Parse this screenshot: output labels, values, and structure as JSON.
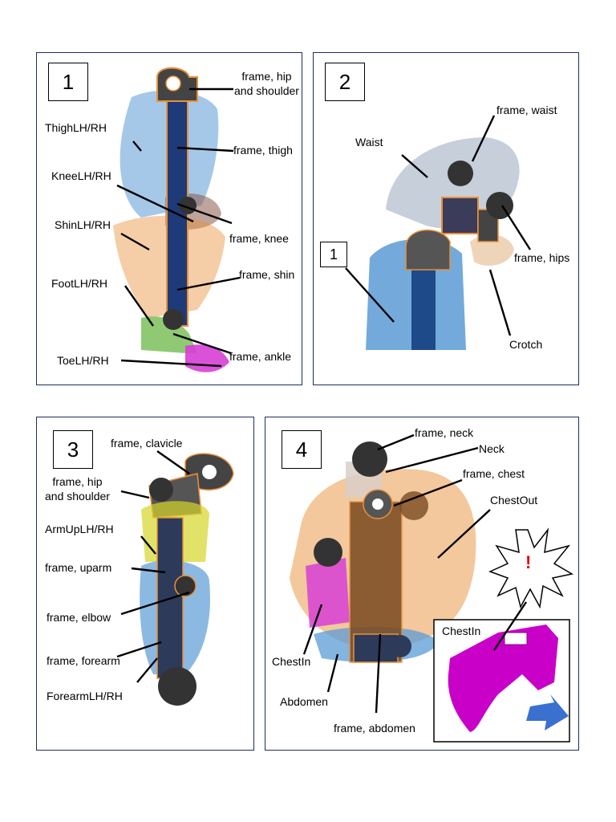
{
  "panels": [
    {
      "number": "1",
      "labels": {
        "frame_hip_shoulder_1": "frame, hip",
        "frame_hip_shoulder_2": "and shoulder",
        "thigh": "ThighLH/RH",
        "frame_thigh": "frame, thigh",
        "knee": "KneeLH/RH",
        "shin": "ShinLH/RH",
        "frame_knee": "frame, knee",
        "frame_shin": "frame, shin",
        "foot": "FootLH/RH",
        "frame_ankle": "frame, ankle",
        "toe": "ToeLH/RH"
      }
    },
    {
      "number": "2",
      "inset_number": "1",
      "labels": {
        "frame_waist": "frame, waist",
        "waist": "Waist",
        "frame_hips": "frame, hips",
        "crotch": "Crotch"
      }
    },
    {
      "number": "3",
      "labels": {
        "frame_clavicle": "frame, clavicle",
        "frame_hip_shoulder_1": "frame, hip",
        "frame_hip_shoulder_2": "and shoulder",
        "armup": "ArmUpLH/RH",
        "frame_uparm": "frame, uparm",
        "frame_elbow": "frame, elbow",
        "frame_forearm": "frame, forearm",
        "forearm": "ForearmLH/RH"
      }
    },
    {
      "number": "4",
      "labels": {
        "frame_neck": "frame, neck",
        "neck": "Neck",
        "frame_chest": "frame, chest",
        "chestout": "ChestOut",
        "chestin": "ChestIn",
        "abdomen": "Abdomen",
        "frame_abdomen": "frame, abdomen",
        "inset_title": "ChestIn",
        "burst_mark": "!"
      }
    }
  ],
  "colors": {
    "frame": "#1f2d5a",
    "orange": "#e8913a",
    "blue": "#5b9bd5",
    "green": "#7cc05a",
    "magenta": "#d63fd6",
    "purple": "#c800c8",
    "yellow": "#d6d62a",
    "dark": "#3a3a3a",
    "arrow": "#3a70d0",
    "mark": "#e00000"
  }
}
